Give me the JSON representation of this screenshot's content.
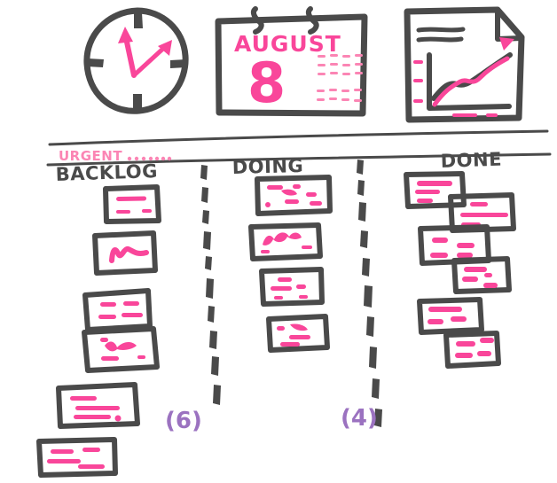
{
  "sketch": {
    "title": "Kanban Board Wireframe Sketch",
    "background_color": "#ffffff",
    "ink_color": "#4a4a4a",
    "accent_color": "#f9469a",
    "accent_light_color": "#fb85b4",
    "wip_color": "#9b72c0"
  },
  "header_icons": [
    {
      "name": "clock-icon",
      "label": "Clock",
      "hands": [
        "minute-hand-up",
        "hour-hand-upper-right"
      ],
      "tick_count": 4
    },
    {
      "name": "calendar-icon",
      "label": "Calendar",
      "month": "AUGUST",
      "day": "8",
      "dash_rows": 5
    },
    {
      "name": "chart-document-icon",
      "label": "Report with line chart",
      "text_lines": 2,
      "series": [
        "dark-trend-line",
        "pink-trend-line"
      ]
    }
  ],
  "swimlane": {
    "name": "urgent-swimlane",
    "label": "URGENT",
    "trailing_dots": 7,
    "color": "#fb85b4"
  },
  "columns": [
    {
      "id": "backlog",
      "header": "BACKLOG",
      "wip_limit": null,
      "card_count": 6,
      "cards": [
        {
          "lines": 3,
          "scribble": "short-strokes"
        },
        {
          "lines": 1,
          "scribble": "zigzag"
        },
        {
          "lines": 3,
          "scribble": "two-rows"
        },
        {
          "lines": 3,
          "scribble": "dense-blob"
        },
        {
          "lines": 4,
          "scribble": "long-lines"
        },
        {
          "lines": 3,
          "scribble": "short-lines"
        }
      ]
    },
    {
      "id": "doing",
      "header": "DOING",
      "wip_limit": "(6)",
      "card_count": 4,
      "cards": [
        {
          "lines": 4,
          "scribble": "dense-blob"
        },
        {
          "lines": 3,
          "scribble": "dense-blob"
        },
        {
          "lines": 4,
          "scribble": "short-strokes"
        },
        {
          "lines": 3,
          "scribble": "angular"
        }
      ]
    },
    {
      "id": "done",
      "header": "DONE",
      "wip_limit": "(4)",
      "card_count": 6,
      "cards": [
        {
          "lines": 3,
          "scribble": "long-lines"
        },
        {
          "lines": 3,
          "scribble": "long-lines"
        },
        {
          "lines": 4,
          "scribble": "short-lines"
        },
        {
          "lines": 4,
          "scribble": "short-lines"
        },
        {
          "lines": 4,
          "scribble": "short-lines"
        },
        {
          "lines": 4,
          "scribble": "short-lines"
        }
      ]
    }
  ],
  "dividers": [
    {
      "name": "divider-backlog-doing",
      "dash_count": 10
    },
    {
      "name": "divider-doing-done",
      "dash_count": 10
    }
  ],
  "rules": [
    {
      "name": "header-rule-top"
    },
    {
      "name": "header-rule-bottom"
    }
  ]
}
